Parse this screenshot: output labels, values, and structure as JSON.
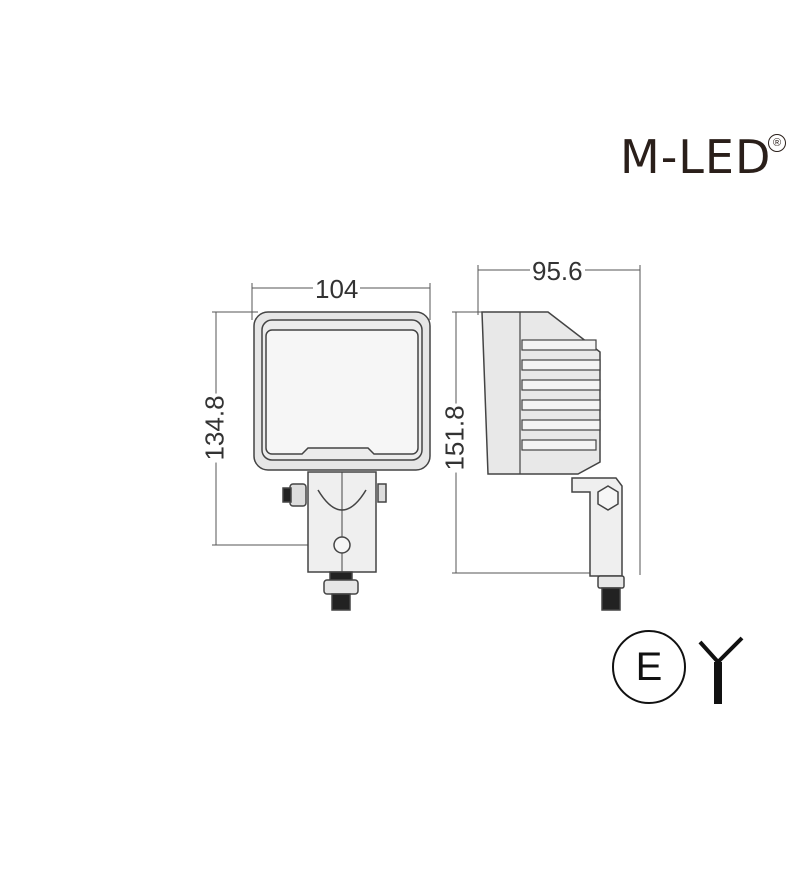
{
  "brand": {
    "name": "M-LED",
    "registered": "®"
  },
  "dimensions": {
    "front_width": "104",
    "front_height": "134.8",
    "side_depth": "95.6",
    "side_height": "151.8"
  },
  "certification": {
    "e_mark": "E",
    "symbol": "Y"
  },
  "colors": {
    "line": "#444444",
    "fill": "#f2f2f2",
    "text": "#2a1f1a"
  }
}
